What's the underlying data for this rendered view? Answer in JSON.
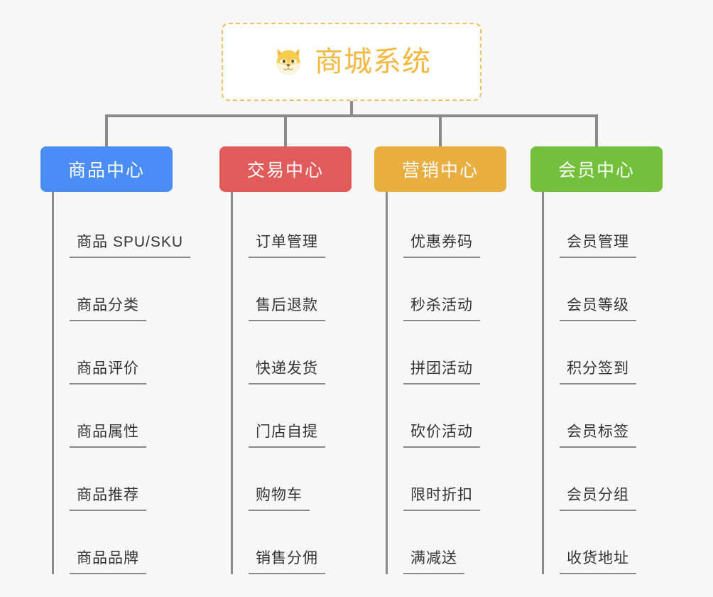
{
  "root": {
    "icon": "shiba-dog-face-icon",
    "title": "商城系统"
  },
  "colors": {
    "background": "#f7f7f7",
    "root_border": "#f0c060",
    "root_text": "#f2b841",
    "connector": "#8a8a8a",
    "leaf_text": "#333333",
    "product_center": "#4a8ef5",
    "trade_center": "#e15b5b",
    "marketing_center": "#e8ae40",
    "member_center": "#72c03c"
  },
  "columns": [
    {
      "id": "product-center",
      "title": "商品中心",
      "color": "#4a8ef5",
      "items": [
        "商品 SPU/SKU",
        "商品分类",
        "商品评价",
        "商品属性",
        "商品推荐",
        "商品品牌"
      ]
    },
    {
      "id": "trade-center",
      "title": "交易中心",
      "color": "#e15b5b",
      "items": [
        "订单管理",
        "售后退款",
        "快递发货",
        "门店自提",
        "购物车",
        "销售分佣"
      ]
    },
    {
      "id": "marketing-center",
      "title": "营销中心",
      "color": "#e8ae40",
      "items": [
        "优惠券码",
        "秒杀活动",
        "拼团活动",
        "砍价活动",
        "限时折扣",
        "满减送"
      ]
    },
    {
      "id": "member-center",
      "title": "会员中心",
      "color": "#72c03c",
      "items": [
        "会员管理",
        "会员等级",
        "积分签到",
        "会员标签",
        "会员分组",
        "收货地址"
      ]
    }
  ]
}
